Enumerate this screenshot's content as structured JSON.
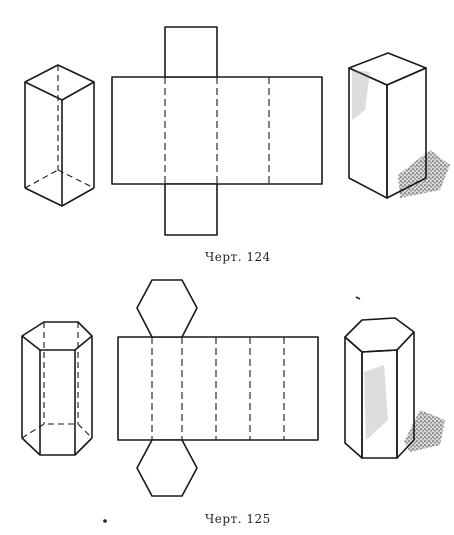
{
  "captions": {
    "figure_124": "Черт. 124",
    "figure_125": "Черт. 125"
  },
  "figures": [
    {
      "id": "124",
      "solid": "quadrangular prism",
      "views": [
        "wireframe",
        "net",
        "shaded"
      ]
    },
    {
      "id": "125",
      "solid": "hexagonal prism",
      "views": [
        "wireframe",
        "net",
        "shaded"
      ]
    }
  ]
}
